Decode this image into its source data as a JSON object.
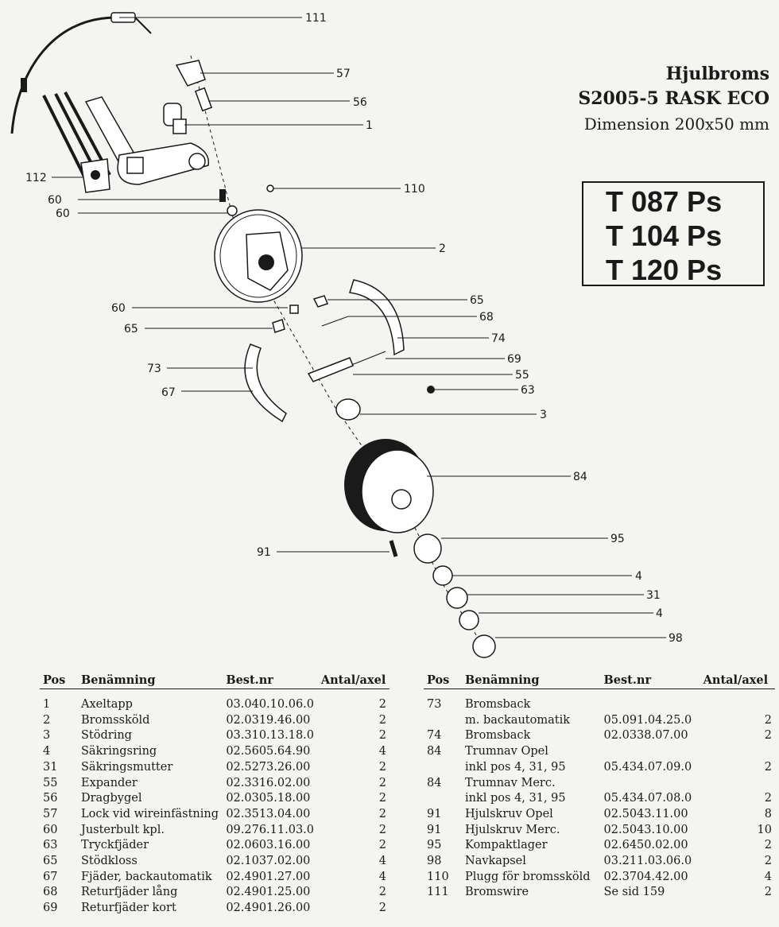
{
  "header": {
    "title": "Hjulbroms",
    "model": "S2005-5 RASK ECO",
    "dimension": "Dimension 200x50 mm"
  },
  "models": [
    "T 087 Ps",
    "T 104 Ps",
    "T 120 Ps"
  ],
  "callouts": {
    "c111": "111",
    "c57": "57",
    "c56": "56",
    "c1": "1",
    "c112": "112",
    "c60a": "60",
    "c60b": "60",
    "c110": "110",
    "c2": "2",
    "c60c": "60",
    "c65a": "65",
    "c65b": "65",
    "c68": "68",
    "c74": "74",
    "c73": "73",
    "c69": "69",
    "c55": "55",
    "c67": "67",
    "c63": "63",
    "c3": "3",
    "c84": "84",
    "c95": "95",
    "c91": "91",
    "c4a": "4",
    "c31": "31",
    "c4b": "4",
    "c98": "98"
  },
  "table_headers": {
    "pos": "Pos",
    "name": "Benämning",
    "part": "Best.nr",
    "qty": "Antal/axel"
  },
  "parts_left": [
    {
      "pos": "1",
      "name": "Axeltapp",
      "part": "03.040.10.06.0",
      "qty": "2"
    },
    {
      "pos": "2",
      "name": "Bromssköld",
      "part": "02.0319.46.00",
      "qty": "2"
    },
    {
      "pos": "3",
      "name": "Stödring",
      "part": "03.310.13.18.0",
      "qty": "2"
    },
    {
      "pos": "4",
      "name": "Säkringsring",
      "part": "02.5605.64.90",
      "qty": "4"
    },
    {
      "pos": "31",
      "name": "Säkringsmutter",
      "part": "02.5273.26.00",
      "qty": "2"
    },
    {
      "pos": "55",
      "name": "Expander",
      "part": "02.3316.02.00",
      "qty": "2"
    },
    {
      "pos": "56",
      "name": "Dragbygel",
      "part": "02.0305.18.00",
      "qty": "2"
    },
    {
      "pos": "57",
      "name": "Lock vid wireinfästning",
      "part": "02.3513.04.00",
      "qty": "2"
    },
    {
      "pos": "60",
      "name": "Justerbult kpl.",
      "part": "09.276.11.03.0",
      "qty": "2"
    },
    {
      "pos": "63",
      "name": "Tryckfjäder",
      "part": "02.0603.16.00",
      "qty": "2"
    },
    {
      "pos": "65",
      "name": "Stödkloss",
      "part": "02.1037.02.00",
      "qty": "4"
    },
    {
      "pos": "67",
      "name": "Fjäder, backautomatik",
      "part": "02.4901.27.00",
      "qty": "4"
    },
    {
      "pos": "68",
      "name": "Returfjäder lång",
      "part": "02.4901.25.00",
      "qty": "2"
    },
    {
      "pos": "69",
      "name": "Returfjäder kort",
      "part": "02.4901.26.00",
      "qty": "2"
    }
  ],
  "parts_right": [
    {
      "pos": "73",
      "name": "Bromsback",
      "part": "",
      "qty": ""
    },
    {
      "pos": "",
      "name": "m. backautomatik",
      "part": "05.091.04.25.0",
      "qty": "2"
    },
    {
      "pos": "74",
      "name": "Bromsback",
      "part": "02.0338.07.00",
      "qty": "2"
    },
    {
      "pos": "84",
      "name": "Trumnav Opel",
      "part": "",
      "qty": ""
    },
    {
      "pos": "",
      "name": "inkl pos 4, 31, 95",
      "part": "05.434.07.09.0",
      "qty": "2"
    },
    {
      "pos": "84",
      "name": "Trumnav Merc.",
      "part": "",
      "qty": ""
    },
    {
      "pos": "",
      "name": "inkl pos 4, 31, 95",
      "part": "05.434.07.08.0",
      "qty": "2"
    },
    {
      "pos": "91",
      "name": "Hjulskruv Opel",
      "part": "02.5043.11.00",
      "qty": "8"
    },
    {
      "pos": "91",
      "name": "Hjulskruv Merc.",
      "part": "02.5043.10.00",
      "qty": "10"
    },
    {
      "pos": "95",
      "name": "Kompaktlager",
      "part": "02.6450.02.00",
      "qty": "2"
    },
    {
      "pos": "98",
      "name": "Navkapsel",
      "part": "03.211.03.06.0",
      "qty": "2"
    },
    {
      "pos": "110",
      "name": "Plugg för bromssköld",
      "part": "02.3704.42.00",
      "qty": "4"
    },
    {
      "pos": "111",
      "name": "Bromswire",
      "part": "Se sid 159",
      "qty": "2"
    }
  ]
}
